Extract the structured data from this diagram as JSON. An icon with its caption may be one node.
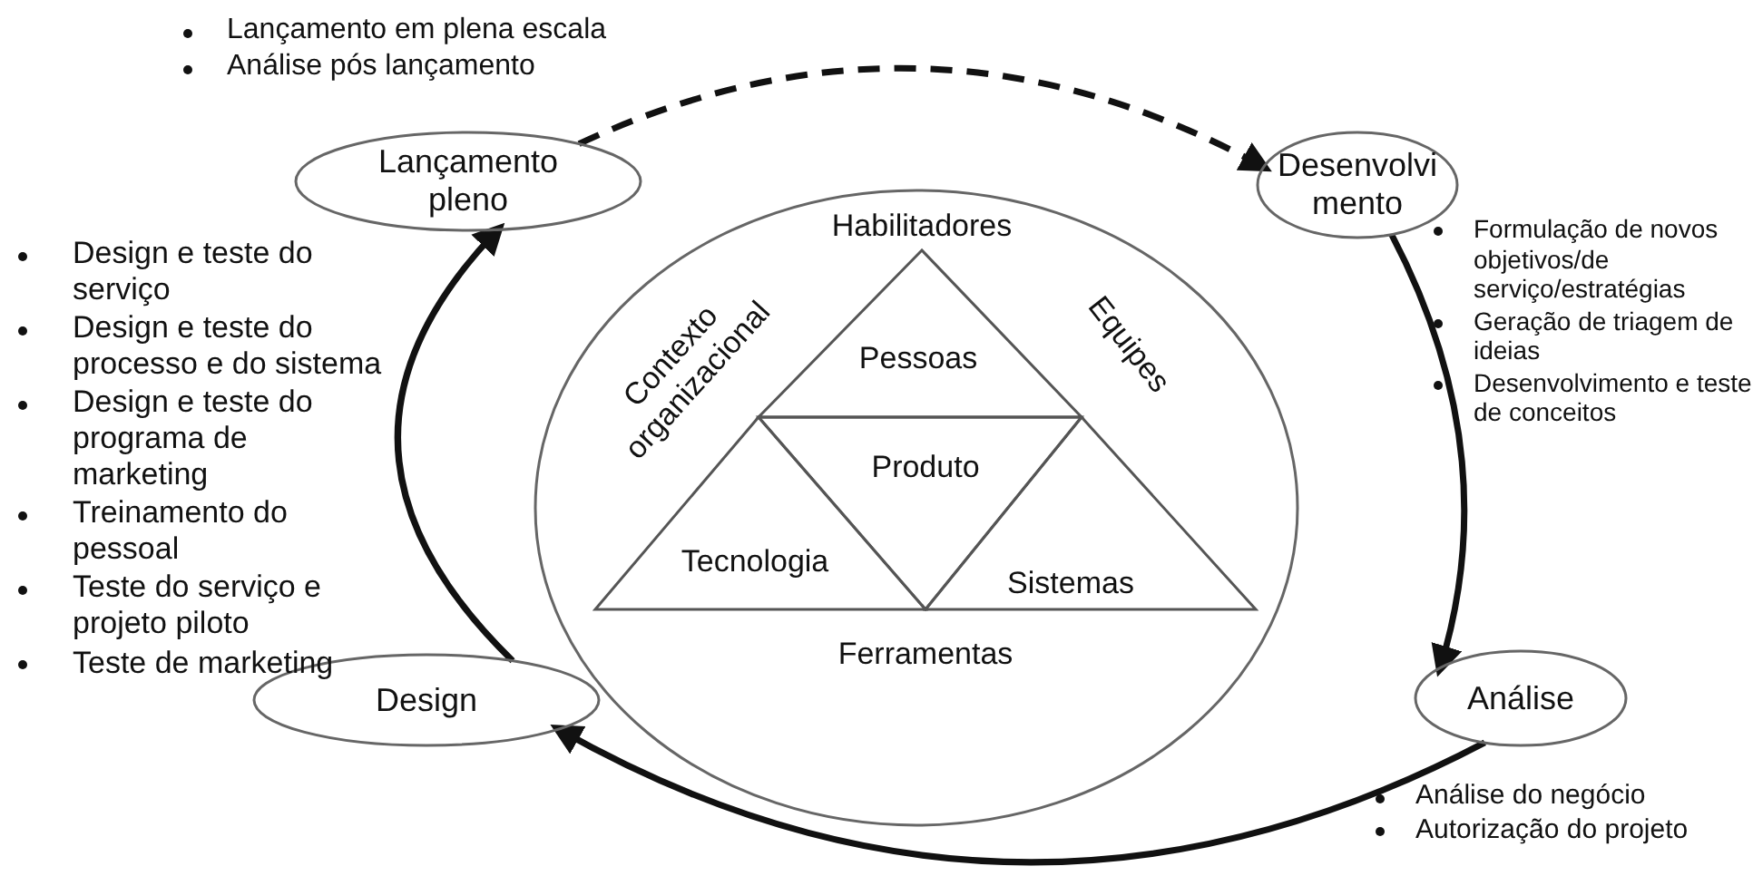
{
  "diagram": {
    "nodes": [
      {
        "text": [
          "Lançamento pleno"
        ],
        "beside": [
          "Lançamento em plena escala",
          "Análise pós lançamento"
        ]
      },
      {
        "text": [
          "Desenvolvimento"
        ],
        "beside": [
          "Formulação de novos objetivos/de serviço/estratégias",
          "Geração de triagem de ideias",
          "Desenvolvimento e teste de conceitos"
        ]
      },
      {
        "text": [
          "Análise"
        ],
        "beside": [
          "Análise do negócio",
          "Autorização do projeto"
        ]
      },
      {
        "text": [
          "Design"
        ],
        "beside": [
          "Design e teste do serviço",
          "Design e teste do processo e do sistema",
          "Design e teste do programa de marketing",
          "Treinamento do pessoal",
          "Teste do serviço e projeto piloto",
          "Teste de marketing"
        ]
      },
      {
        "text": [
          "Habilitadores",
          "Contexto organizacional",
          "Equipes",
          "Ferramentas"
        ]
      },
      {
        "text": [
          "Pessoas"
        ],
        "in": 4
      },
      {
        "text": [
          "Produto"
        ],
        "in": 4
      },
      {
        "text": [
          "Tecnologia"
        ],
        "in": 4
      },
      {
        "text": [
          "Sistemas"
        ],
        "in": 4
      }
    ],
    "edges": [
      {
        "from": 0,
        "to": 1,
        "arrow": "to",
        "style": "dashed"
      },
      {
        "from": 1,
        "to": 2,
        "arrow": "to"
      },
      {
        "from": 2,
        "to": 3,
        "arrow": "to"
      },
      {
        "from": 3,
        "to": 0,
        "arrow": "to"
      }
    ]
  }
}
